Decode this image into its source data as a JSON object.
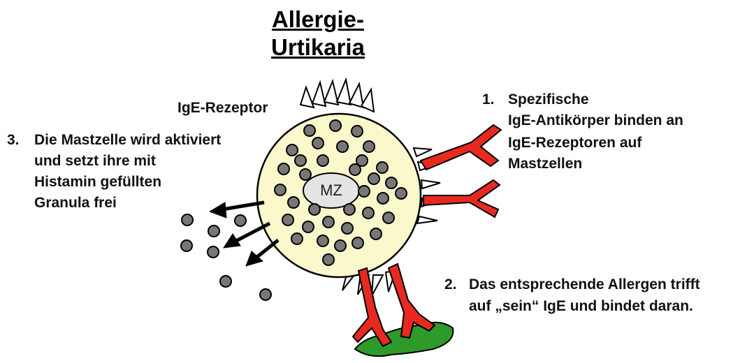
{
  "title": {
    "line1": "Allergie-",
    "line2": "Urtikaria"
  },
  "receptor_label": "IgE-Rezeptor",
  "cell_label": "MZ",
  "steps": [
    {
      "number": "1.",
      "lines": [
        "Spezifische",
        "IgE-Antikörper binden an",
        "IgE-Rezeptoren auf",
        "Mastzellen"
      ]
    },
    {
      "number": "2.",
      "lines": [
        "Das entsprechende Allergen trifft",
        "auf „sein“ IgE und bindet daran."
      ]
    },
    {
      "number": "3.",
      "lines": [
        "Die Mastzelle wird aktiviert",
        "und setzt ihre mit",
        "Histamin gefüllten",
        "Granula frei"
      ]
    }
  ],
  "colors": {
    "cell_fill": "#fbf8cc",
    "nucleus_fill": "#e4e4e4",
    "granule_fill": "#777777",
    "antibody_fill": "#e8291f",
    "allergen_fill": "#2e9a2a",
    "outline": "#000000"
  }
}
